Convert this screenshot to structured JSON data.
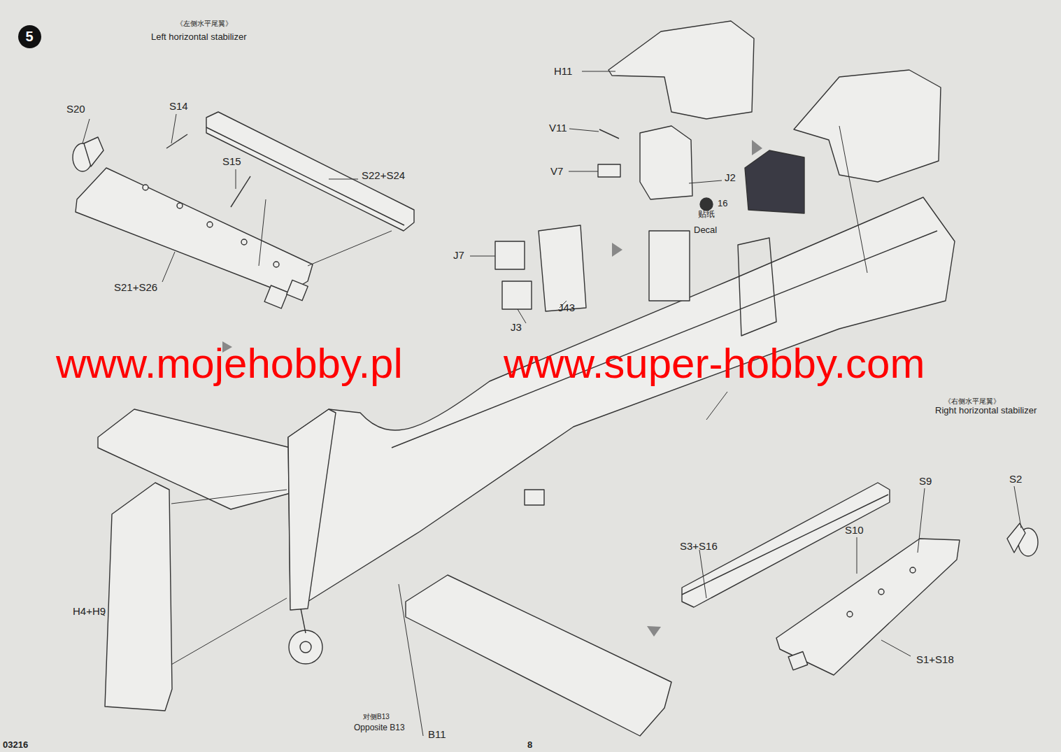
{
  "diagram": {
    "nodes": [
      {
        "text": [
          "5"
        ]
      }
    ],
    "labels": [
      "《左侧水平尾翼》",
      "Left horizontal stabilizer",
      "S20",
      "S14",
      "S15",
      "S22+S24",
      "S21+S26",
      "H11",
      "V11",
      "V7",
      "J2",
      "16",
      "贴纸",
      "Decal",
      "J7",
      "J3",
      "J43",
      "www.mojehobby.pl",
      "www.super-hobby.com",
      "《右侧水平尾翼》",
      "Right horizontal stabilizer",
      "S9",
      "S2",
      "S10",
      "S3+S16",
      "S1+S18",
      "H4+H9",
      "对侧B13",
      "Opposite B13",
      "B11",
      "03216",
      "8"
    ]
  }
}
